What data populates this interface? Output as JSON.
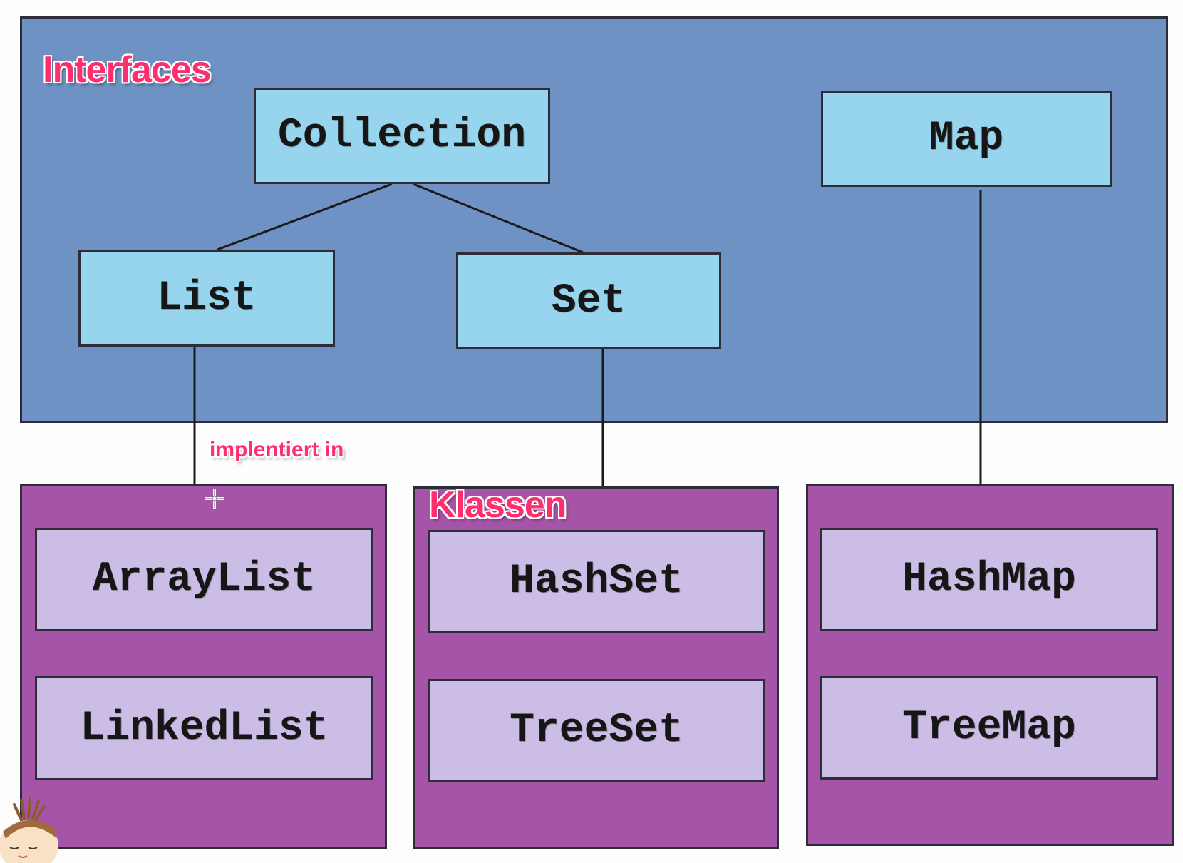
{
  "labels": {
    "interfaces": "Interfaces",
    "classes": "Klassen",
    "implements": "implentiert in"
  },
  "interfaces": {
    "collection": "Collection",
    "list": "List",
    "set": "Set",
    "map": "Map"
  },
  "classes": {
    "list": [
      "ArrayList",
      "LinkedList"
    ],
    "set": [
      "HashSet",
      "TreeSet"
    ],
    "map": [
      "HashMap",
      "TreeMap"
    ]
  },
  "colors": {
    "interfaces_panel": "#6e92c3",
    "interface_box": "#97d4ee",
    "classes_panel": "#a654a8",
    "class_box": "#cbbde6",
    "annotation": "#ff2f6e",
    "line": "#1a1a1a"
  },
  "icons": [
    "cursor-crosshair-icon",
    "mascot-avatar-icon"
  ]
}
